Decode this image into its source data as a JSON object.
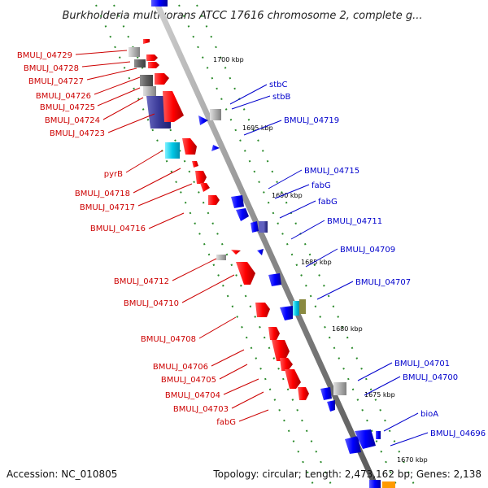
{
  "title": "Burkholderia multivorans ATCC 17616 chromosome 2, complete g...",
  "footer": {
    "accession": "Accession: NC_010805",
    "topology": "Topology: circular; Length: 2,473,162 bp; Genes: 2,138"
  },
  "colors": {
    "left_labels": "#cc0000",
    "right_labels": "#0000cc",
    "forward_genes": "#ff0000",
    "reverse_genes": "#0000ff",
    "grid_dots": "#008000",
    "backbone": "#999999"
  },
  "kbp_ticks": [
    "1700 kbp",
    "1695 kbp",
    "1690 kbp",
    "1685 kbp",
    "1680 kbp",
    "1675 kbp",
    "1670 kbp"
  ],
  "left_labels": [
    "BMULJ_04729",
    "BMULJ_04728",
    "BMULJ_04727",
    "BMULJ_04726",
    "BMULJ_04725",
    "BMULJ_04724",
    "BMULJ_04723",
    "pyrB",
    "BMULJ_04718",
    "BMULJ_04717",
    "BMULJ_04716",
    "BMULJ_04712",
    "BMULJ_04710",
    "BMULJ_04708",
    "BMULJ_04706",
    "BMULJ_04705",
    "BMULJ_04704",
    "BMULJ_04703",
    "fabG"
  ],
  "right_labels": [
    "stbC",
    "stbB",
    "BMULJ_04719",
    "BMULJ_04715",
    "fabG",
    "fabG",
    "BMULJ_04711",
    "BMULJ_04709",
    "BMULJ_04707",
    "BMULJ_04701",
    "BMULJ_04700",
    "bioA",
    "BMULJ_04696"
  ]
}
